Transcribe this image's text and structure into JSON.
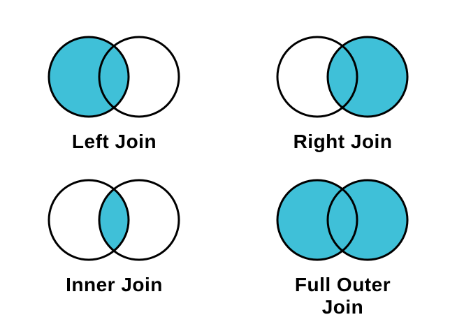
{
  "colors": {
    "fill": "#3FC0D8",
    "stroke": "#000000",
    "background": "#FFFFFF",
    "label_text": "#000000"
  },
  "diagrams": [
    {
      "label": "Left Join",
      "filled": "left"
    },
    {
      "label": "Right Join",
      "filled": "right"
    },
    {
      "label": "Inner Join",
      "filled": "intersection"
    },
    {
      "label": "Full Outer Join",
      "filled": "both"
    }
  ]
}
